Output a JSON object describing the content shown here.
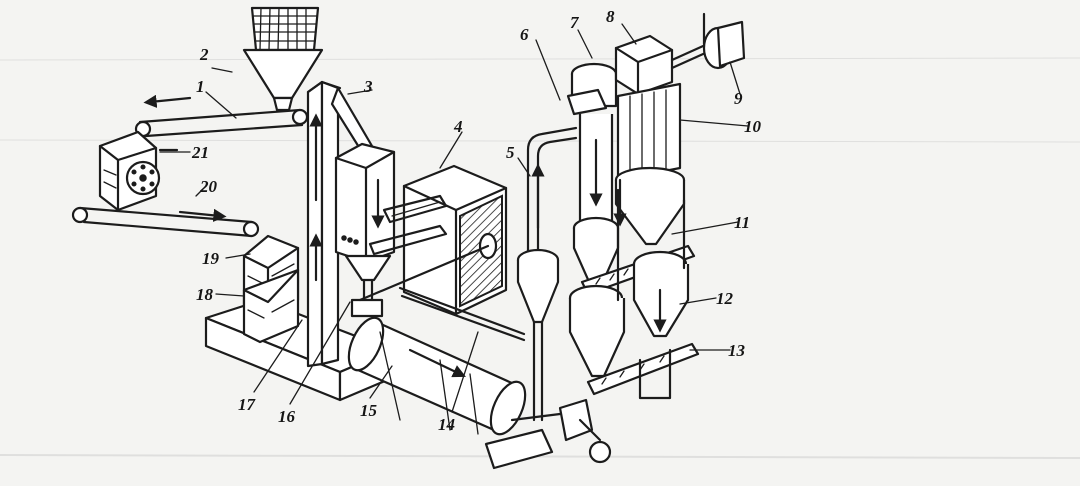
{
  "labels": [
    {
      "id": "1",
      "text": "1"
    },
    {
      "id": "2",
      "text": "2"
    },
    {
      "id": "3",
      "text": "3"
    },
    {
      "id": "4",
      "text": "4"
    },
    {
      "id": "5",
      "text": "5"
    },
    {
      "id": "6",
      "text": "6"
    },
    {
      "id": "7",
      "text": "7"
    },
    {
      "id": "8",
      "text": "8"
    },
    {
      "id": "9",
      "text": "9"
    },
    {
      "id": "10",
      "text": "10"
    },
    {
      "id": "11",
      "text": "11"
    },
    {
      "id": "12",
      "text": "12"
    },
    {
      "id": "13",
      "text": "13"
    },
    {
      "id": "14",
      "text": "14"
    },
    {
      "id": "15",
      "text": "15"
    },
    {
      "id": "16",
      "text": "16"
    },
    {
      "id": "17",
      "text": "17"
    },
    {
      "id": "18",
      "text": "18"
    },
    {
      "id": "19",
      "text": "19"
    },
    {
      "id": "20",
      "text": "20"
    },
    {
      "id": "21",
      "text": "21"
    }
  ],
  "colors": {
    "ink": "#1c1c1c",
    "paper": "#f4f4f2"
  }
}
